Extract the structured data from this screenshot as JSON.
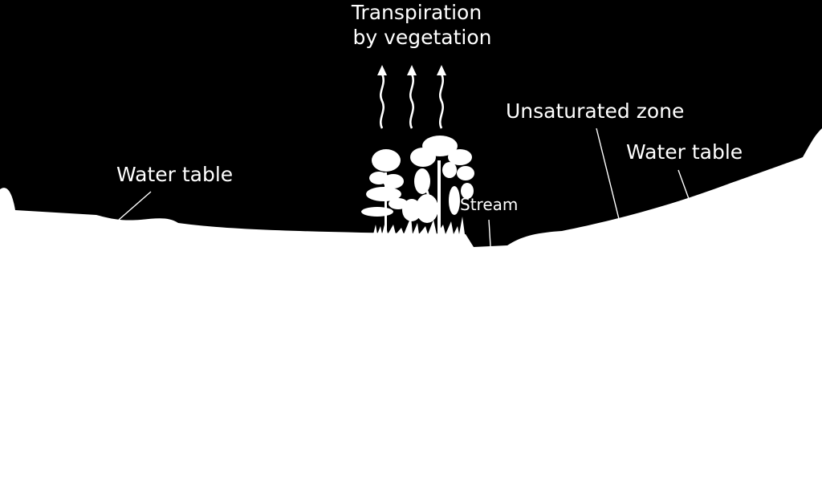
{
  "colors": {
    "sky": "#000000",
    "ground": "#ffffff",
    "labels": "#ffffff"
  },
  "labels": {
    "transpiration_line1": "Transpiration",
    "transpiration_line2": "by vegetation",
    "unsaturated_zone": "Unsaturated zone",
    "water_table_left": "Water table",
    "water_table_right": "Water table",
    "stream": "Stream"
  },
  "icons": {
    "vegetation": "trees-icon",
    "transpiration": "wavy-up-arrow-icon"
  }
}
